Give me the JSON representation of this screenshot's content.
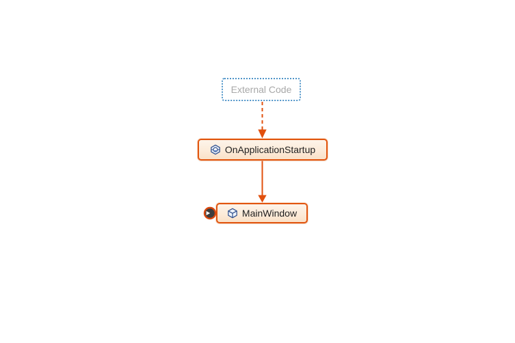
{
  "diagram": {
    "type": "code-map-call-graph",
    "background": "#ffffff",
    "nodes": {
      "external": {
        "label": "External Code",
        "kind": "external-group",
        "border_color": "#4d93c8",
        "text_color": "#a8a8a8",
        "border_style": "dotted"
      },
      "startup": {
        "label": "OnApplicationStartup",
        "kind": "method",
        "icon": "method-cube-icon",
        "border_color": "#e1540e",
        "fill_top": "#fdf4ea",
        "fill_bottom": "#fae1c8",
        "text_color": "#1e1e1e"
      },
      "mainwindow": {
        "label": "MainWindow",
        "kind": "class",
        "icon": "class-cube-icon",
        "border_color": "#e1540e",
        "fill_top": "#fdf4ea",
        "fill_bottom": "#fae1c8",
        "text_color": "#1e1e1e",
        "badge": "expand-badge"
      }
    },
    "edges": [
      {
        "from": "external",
        "to": "startup",
        "style": "dashed",
        "color": "#e1500e",
        "direction": "down"
      },
      {
        "from": "startup",
        "to": "mainwindow",
        "style": "solid",
        "color": "#e1500e",
        "direction": "down"
      }
    ],
    "colors": {
      "accent_orange": "#e1540e",
      "edge_orange": "#e1500e",
      "icon_navy": "#2e4e8c",
      "badge_fill": "#3d3d3d",
      "badge_ring": "#d9480f"
    }
  }
}
